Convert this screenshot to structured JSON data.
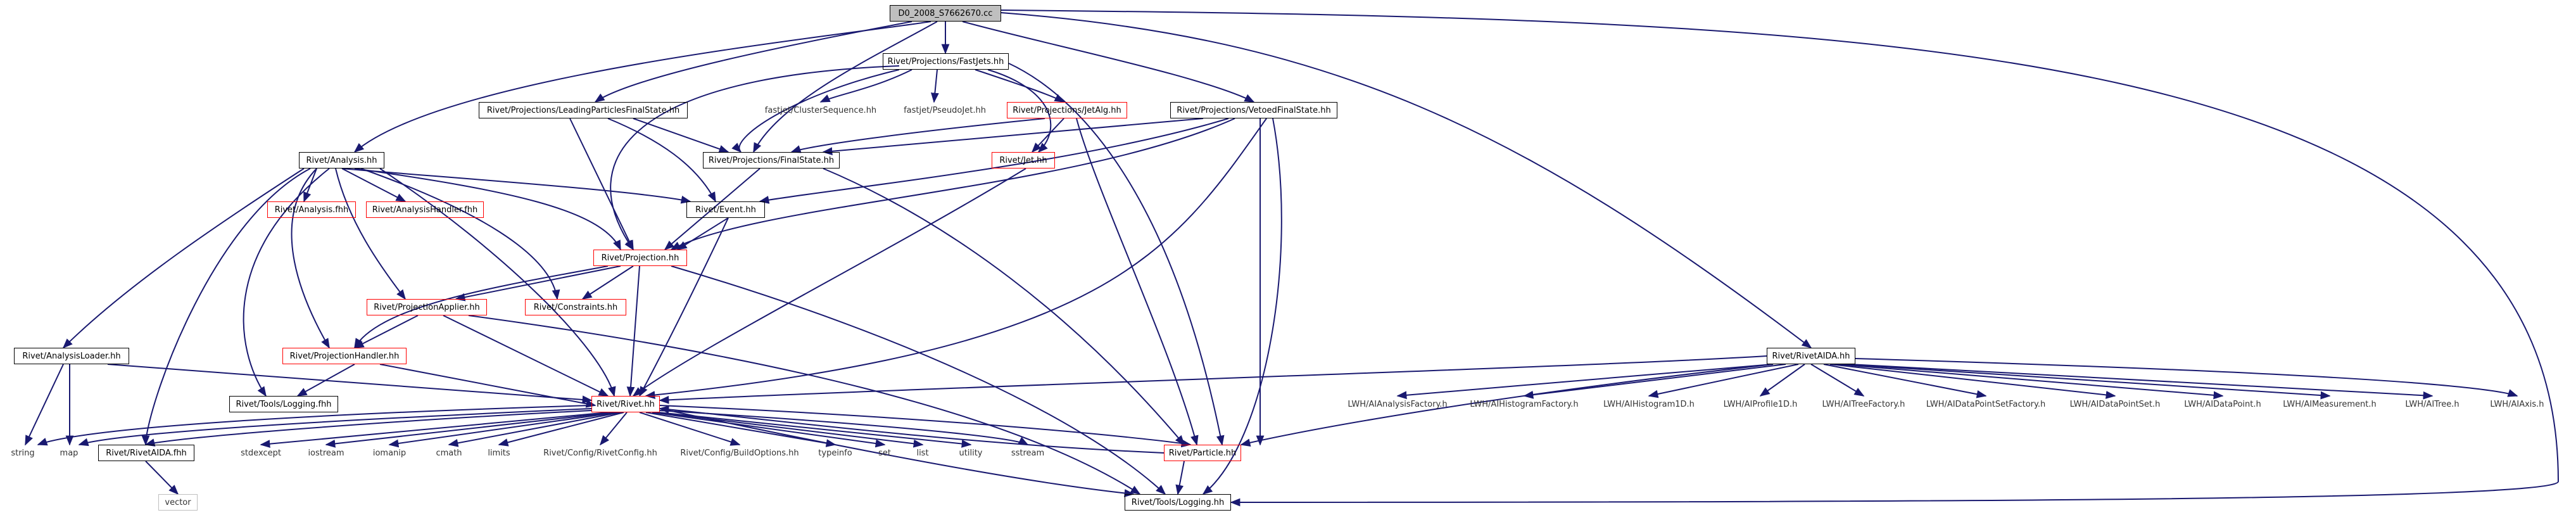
{
  "nodes": {
    "d0": "D0_2008_S7662670.cc",
    "fastjets": "Rivet/Projections/FastJets.hh",
    "lpfs": "Rivet/Projections/LeadingParticlesFinalState.hh",
    "cluster": "fastjet/ClusterSequence.hh",
    "pseudo": "fastjet/PseudoJet.hh",
    "jetalg": "Rivet/Projections/JetAlg.hh",
    "vfs": "Rivet/Projections/VetoedFinalState.hh",
    "analysis": "Rivet/Analysis.hh",
    "fs": "Rivet/Projections/FinalState.hh",
    "jet": "Rivet/Jet.hh",
    "analysisf": "Rivet/Analysis.fhh",
    "handlerf": "Rivet/AnalysisHandler.fhh",
    "event": "Rivet/Event.hh",
    "projection": "Rivet/Projection.hh",
    "constraints": "Rivet/Constraints.hh",
    "applier": "Rivet/ProjectionApplier.hh",
    "loader": "Rivet/AnalysisLoader.hh",
    "phandler": "Rivet/ProjectionHandler.hh",
    "loggingf": "Rivet/Tools/Logging.fhh",
    "rivetaida": "Rivet/RivetAIDA.hh",
    "rivet": "Rivet/Rivet.hh",
    "string": "string",
    "map": "map",
    "aidafhh": "Rivet/RivetAIDA.fhh",
    "stdexcept": "stdexcept",
    "iostream": "iostream",
    "iomanip": "iomanip",
    "cmath": "cmath",
    "limits": "limits",
    "rivetconfig": "Rivet/Config/RivetConfig.hh",
    "buildopts": "Rivet/Config/BuildOptions.hh",
    "typeinfo": "typeinfo",
    "set": "set",
    "list": "list",
    "utility": "utility",
    "sstream": "sstream",
    "particle": "Rivet/Particle.hh",
    "vector": "vector",
    "logging": "Rivet/Tools/Logging.hh",
    "lwh_af": "LWH/AIAnalysisFactory.h",
    "lwh_hf": "LWH/AIHistogramFactory.h",
    "lwh_h1": "LWH/AIHistogram1D.h",
    "lwh_p1": "LWH/AIProfile1D.h",
    "lwh_tf": "LWH/AITreeFactory.h",
    "lwh_dpsf": "LWH/AIDataPointSetFactory.h",
    "lwh_dps": "LWH/AIDataPointSet.h",
    "lwh_dp": "LWH/AIDataPoint.h",
    "lwh_meas": "LWH/AIMeasurement.h",
    "lwh_tree": "LWH/AITree.h",
    "lwh_axis": "LWH/AIAxis.h"
  }
}
